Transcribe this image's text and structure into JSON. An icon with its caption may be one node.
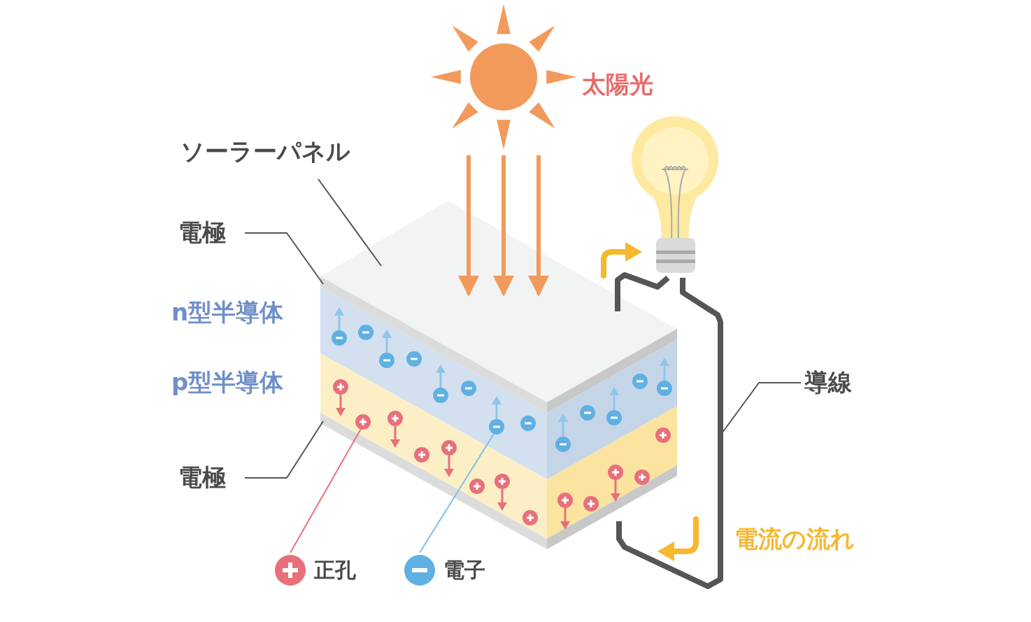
{
  "diagram": {
    "nodes": [
      {
        "text": [],
        "shape": "picture",
        "beside": [
          "太陽光"
        ]
      },
      {
        "text": [
          "ソーラーパネル"
        ]
      },
      {
        "text": [],
        "shape": "box"
      },
      {
        "text": [
          "電極"
        ]
      },
      {
        "text": [],
        "shape": "box"
      },
      {
        "text": [],
        "shape": "box"
      },
      {
        "text": [
          "電極"
        ]
      },
      {
        "text": [],
        "shape": "circle"
      },
      {
        "text": [],
        "shape": "circle"
      },
      {
        "text": [
          "正孔"
        ]
      },
      {
        "text": [
          "電子"
        ]
      },
      {
        "text": [],
        "shape": "picture"
      },
      {
        "text": [
          "導線"
        ]
      }
    ],
    "edges": [
      {
        "from": 0,
        "to": 2,
        "arrow": "to",
        "style": "thick",
        "color": "#f29a5c"
      },
      {
        "from": 0,
        "to": 2,
        "arrow": "to",
        "style": "thick",
        "color": "#f29a5c"
      },
      {
        "from": 0,
        "to": 2,
        "arrow": "to",
        "style": "thick",
        "color": "#f29a5c"
      },
      {
        "from": 1,
        "to": 2,
        "arrow": "none"
      },
      {
        "from": 3,
        "to": 4,
        "arrow": "none"
      },
      {
        "from": 6,
        "to": 5,
        "arrow": "none"
      },
      {
        "from": 9,
        "to": 7,
        "arrow": "none",
        "color": "#e8707a"
      },
      {
        "from": 10,
        "to": 8,
        "arrow": "none",
        "color": "#7ec0e8"
      },
      {
        "from": 2,
        "to": 11,
        "arrow": "none",
        "style": "thick"
      },
      {
        "from": 11,
        "to": 5,
        "arrow": "none",
        "style": "thick"
      },
      {
        "from": 12,
        "to": null,
        "arrow": "none"
      }
    ],
    "labels": [
      "n型半導体",
      "p型半導体",
      "電流の流れ"
    ]
  }
}
